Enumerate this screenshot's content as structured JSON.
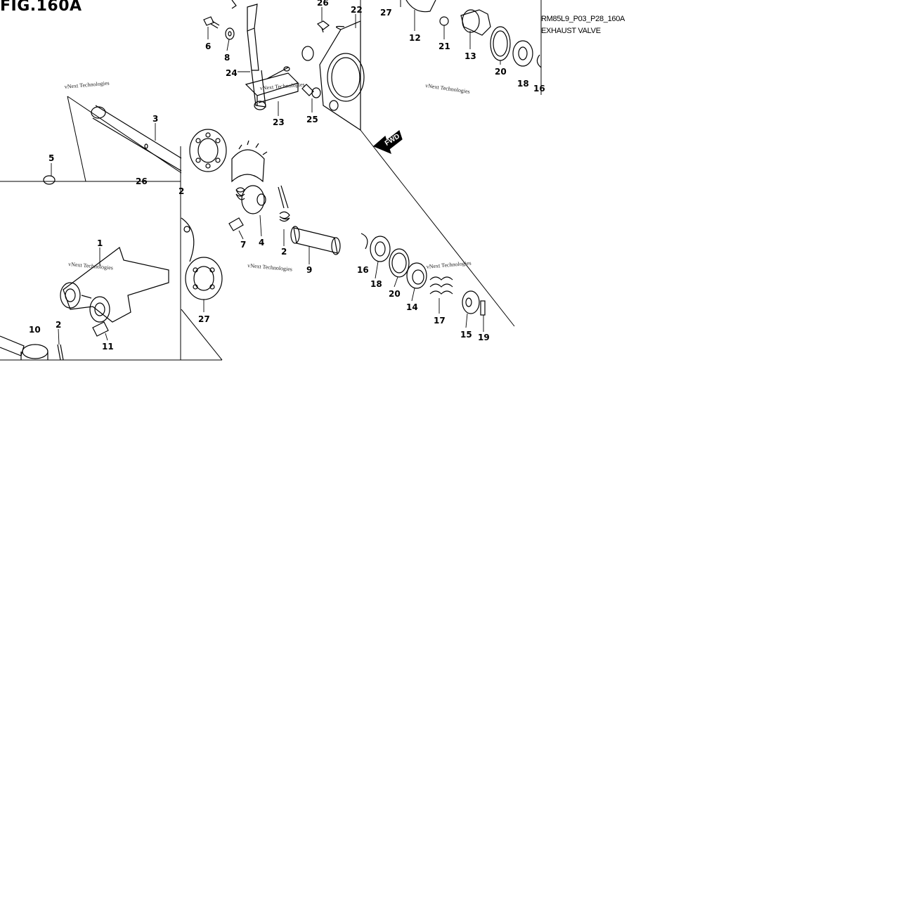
{
  "figure": {
    "title": "FIG.160A",
    "code": "RM85L9_P03_P28_160A",
    "name": "EXHAUST VALVE"
  },
  "forward_marker": "FWD",
  "watermark": "vNext Technologies",
  "callouts": [
    "26",
    "22",
    "27",
    "12",
    "21",
    "13",
    "20",
    "18",
    "16",
    "6",
    "8",
    "24",
    "23",
    "25",
    "3",
    "5",
    "26",
    "2",
    "7",
    "4",
    "2",
    "9",
    "1",
    "10",
    "2",
    "11",
    "27",
    "16",
    "18",
    "20",
    "14",
    "17",
    "15",
    "19"
  ]
}
